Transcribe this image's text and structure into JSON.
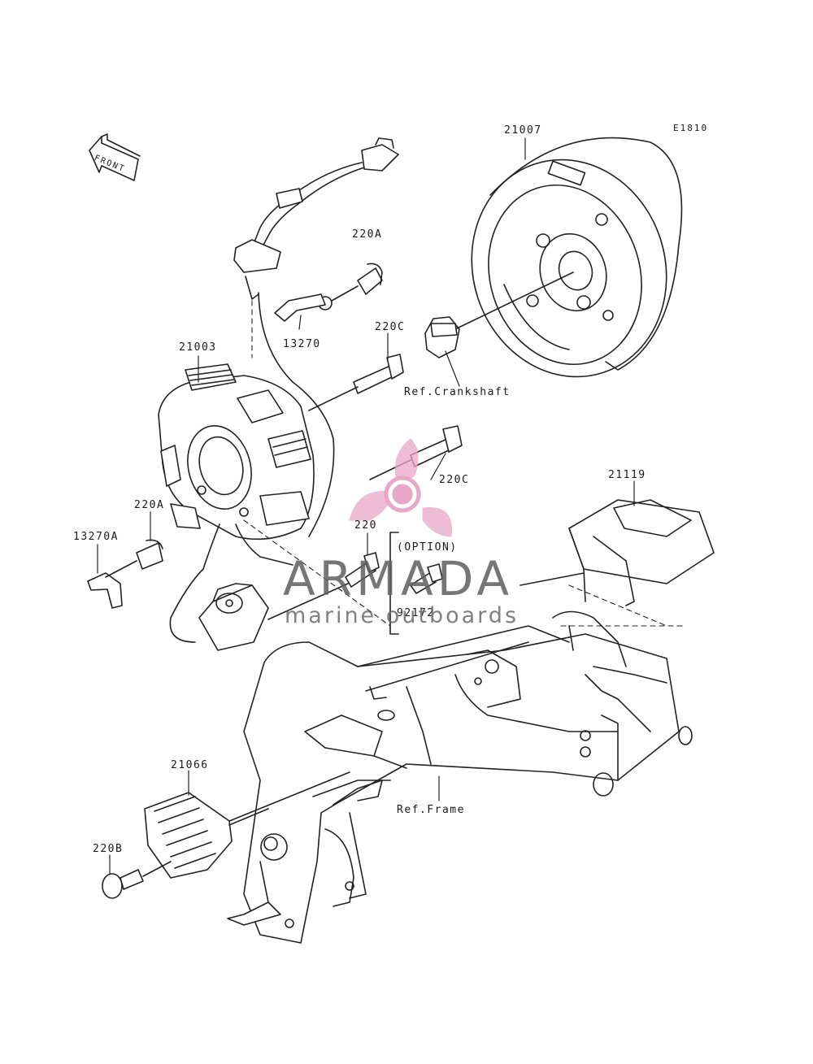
{
  "diagram_code": "E1810",
  "direction_label": "FRONT",
  "option_label": "(OPTION)",
  "parts": {
    "flywheel": "21007",
    "stator": "21003",
    "bracket": "13270",
    "bracket_alt": "13270A",
    "regulator": "21066",
    "cdi_unit": "21119",
    "screw_optional": "92172",
    "bolt_220": "220",
    "bolt_220a_top": "220A",
    "bolt_220a_left": "220A",
    "bolt_220b": "220B",
    "bolt_220c_top": "220C",
    "bolt_220c_mid": "220C"
  },
  "references": {
    "crankshaft": "Ref.Crankshaft",
    "frame": "Ref.Frame"
  },
  "watermark": {
    "title": "ARMADA",
    "subtitle": "marine outboards",
    "color": "#e8a6c8"
  }
}
